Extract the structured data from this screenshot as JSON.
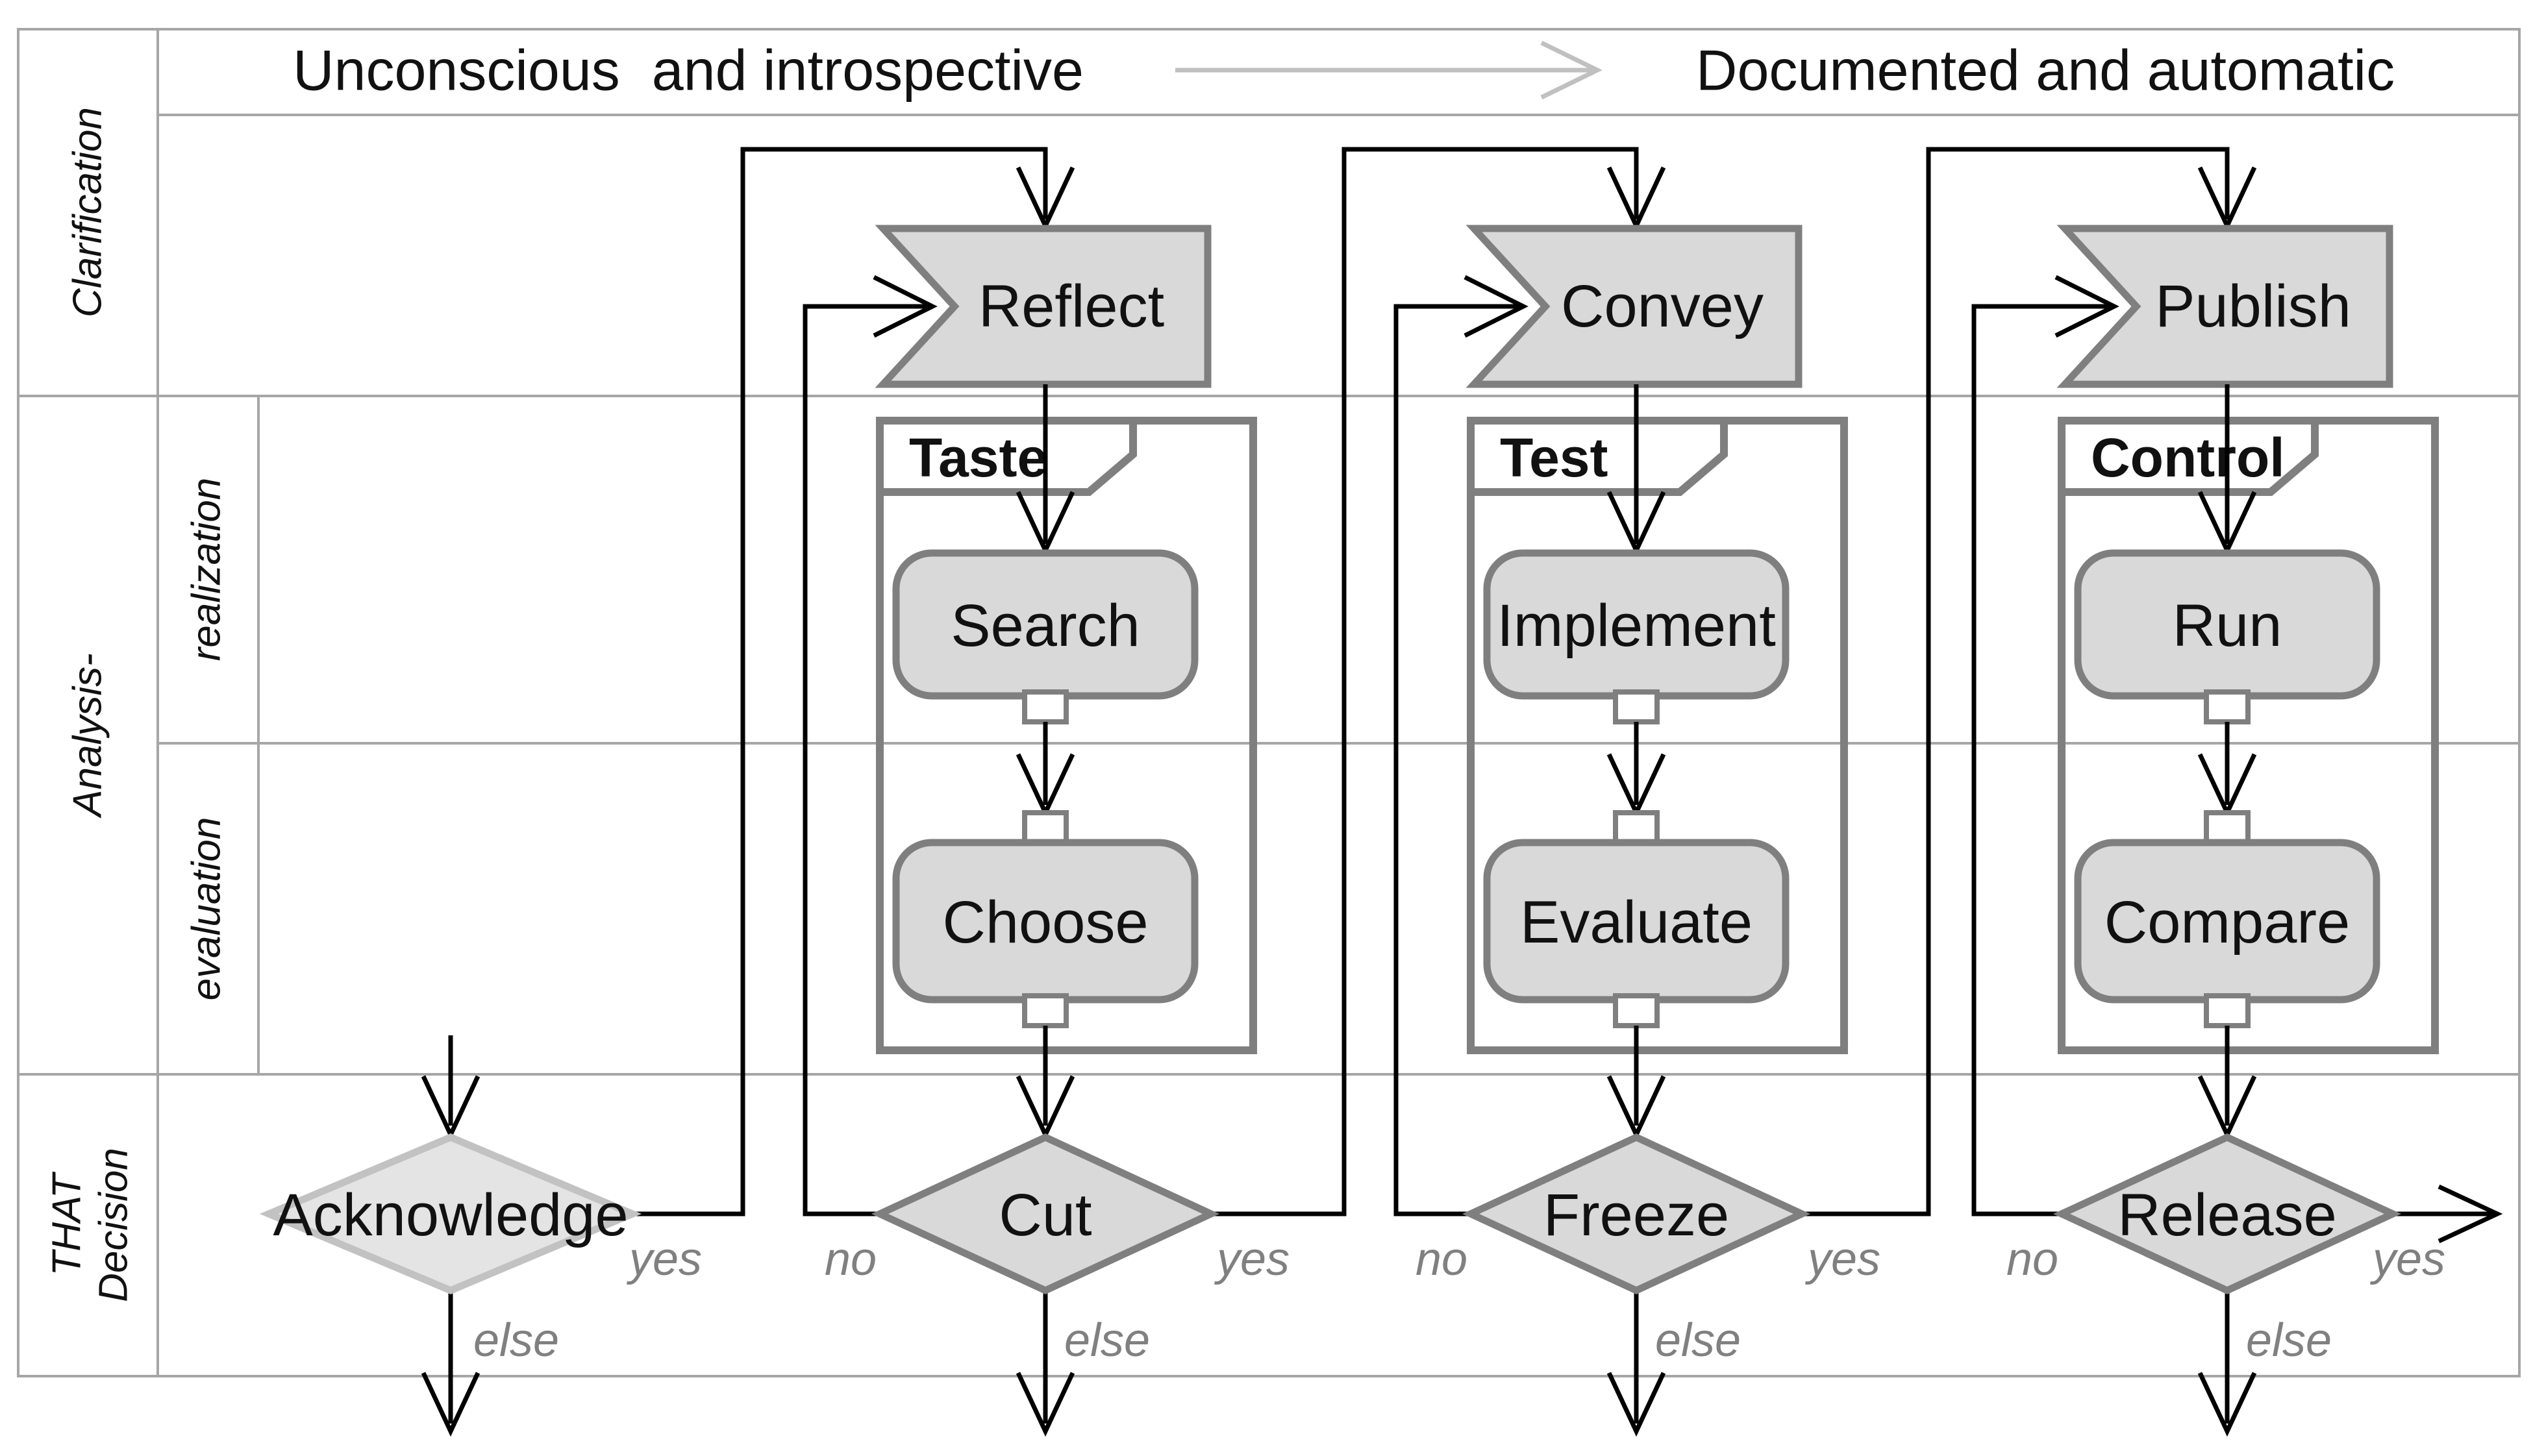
{
  "theme": {
    "ink": "#111111",
    "grid": "#a6a6a6",
    "flow": "#000000",
    "shape_fill": "#d9d9d9",
    "shape_stroke": "#7f7f7f",
    "ack_fill": "#e4e4e4",
    "ack_stroke": "#c2c2c2",
    "muted": "#808080",
    "axis_arrow": "#c0c0c0",
    "bg": "#ffffff"
  },
  "header": {
    "left": "Unconscious  and introspective",
    "right": "Documented and automatic"
  },
  "rows": {
    "clarification": "Clarification",
    "analysis": "Analysis-",
    "realization": "realization",
    "evaluation": "evaluation",
    "that_line1": "THAT",
    "that_line2": "Decision"
  },
  "acknowledge": {
    "label": "Acknowledge",
    "yes": "yes",
    "else": "else"
  },
  "columns": [
    {
      "phase": "Reflect",
      "frame": "Taste",
      "steps": [
        "Search",
        "Choose"
      ],
      "decision": "Cut",
      "no": "no",
      "yes": "yes",
      "else": "else"
    },
    {
      "phase": "Convey",
      "frame": "Test",
      "steps": [
        "Implement",
        "Evaluate"
      ],
      "decision": "Freeze",
      "no": "no",
      "yes": "yes",
      "else": "else"
    },
    {
      "phase": "Publish",
      "frame": "Control",
      "steps": [
        "Run",
        "Compare"
      ],
      "decision": "Release",
      "no": "no",
      "yes": "yes",
      "else": "else"
    }
  ]
}
